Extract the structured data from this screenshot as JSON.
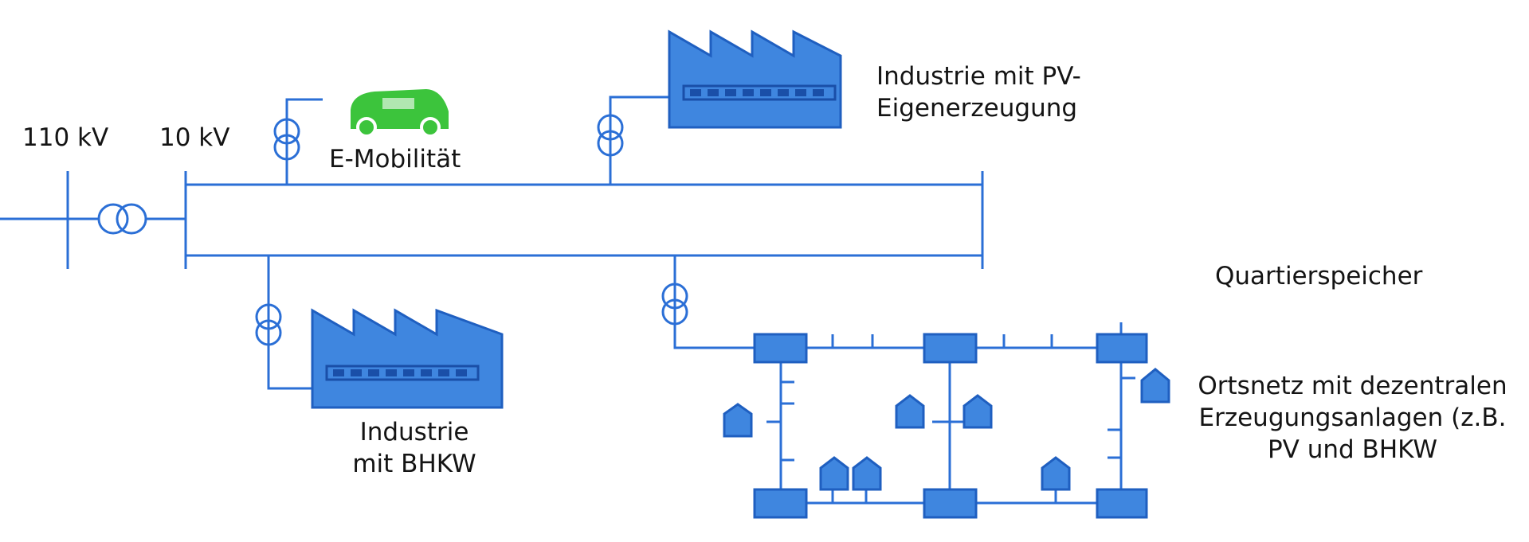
{
  "labels": {
    "voltage_110": "110 kV",
    "voltage_10": "10 kV",
    "emobility": "E-Mobilität",
    "industry_pv_line1": "Industrie mit PV-",
    "industry_pv_line2": "Eigenerzeugung",
    "industry_bhkw_line1": "Industrie",
    "industry_bhkw_line2": "mit BHKW",
    "quartier": "Quartierspeicher",
    "ortsnetz_line1": "Ortsnetz mit dezentralen",
    "ortsnetz_line2": "Erzeugungsanlagen (z.B.",
    "ortsnetz_line3": "PV und BHKW"
  },
  "colors": {
    "line": "#2b6fd6",
    "symbol_fill": "#3f86df",
    "vehicle": "#3cc43c",
    "text": "#141414"
  },
  "icons": [
    "transformer-icon",
    "factory-icon",
    "electric-van-icon",
    "house-icon"
  ]
}
